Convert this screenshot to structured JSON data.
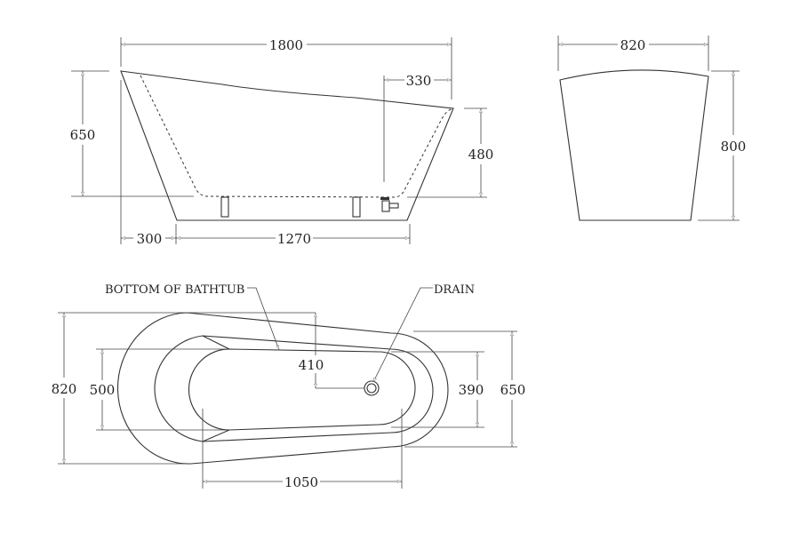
{
  "side_view": {
    "length": "1800",
    "right_offset": "330",
    "height_total": "650",
    "height_right": "480",
    "left_offset": "300",
    "bottom_length": "1270"
  },
  "end_view": {
    "width": "820",
    "height": "800"
  },
  "top_view": {
    "bottom_label": "BOTTOM OF BATHTUB",
    "drain_label": "DRAIN",
    "width_outer": "820",
    "width_inner": "500",
    "drain_offset": "410",
    "right_inner": "390",
    "right_outer": "650",
    "bottom_length": "1050"
  },
  "colors": {
    "line": "#333333",
    "background": "#ffffff"
  }
}
